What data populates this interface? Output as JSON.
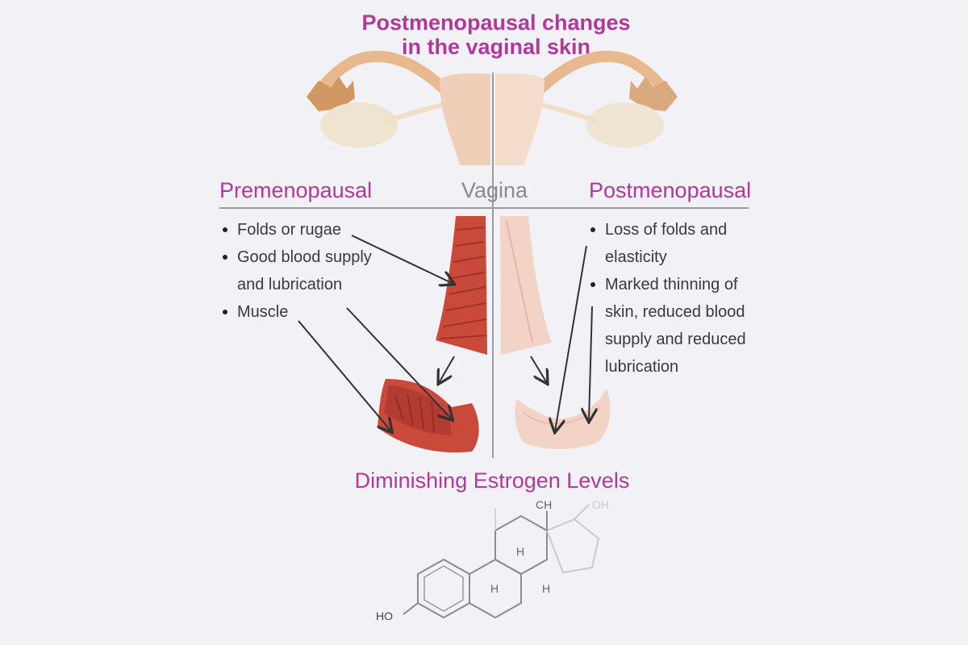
{
  "header": {
    "title_line1": "Postmenopausal changes",
    "title_line2": "in the vaginal skin"
  },
  "columns": {
    "left_heading": "Premenopausal",
    "center_heading": "Vagina",
    "right_heading": "Postmenopausal"
  },
  "premenopausal_points": [
    "Folds or rugae",
    "Good blood supply and lubrication",
    "Muscle"
  ],
  "postmenopausal_points": [
    "Loss of folds and elasticity",
    "Marked thinning of skin, reduced blood supply and reduced lubrication"
  ],
  "bottom": {
    "title": "Diminishing Estrogen Levels"
  },
  "molecule_labels": {
    "ho": "HO",
    "ch": "CH",
    "oh": "OH",
    "h1": "H",
    "h2": "H",
    "h3": "H"
  },
  "colors": {
    "accent": "#b0399a",
    "muscle": "#c9493b",
    "pale_tissue": "#f2d3c5",
    "uterus": "#f0d2bd"
  },
  "icons": [
    "uterus-illustration",
    "vagina-cross-section-illustration",
    "estrogen-molecule"
  ]
}
